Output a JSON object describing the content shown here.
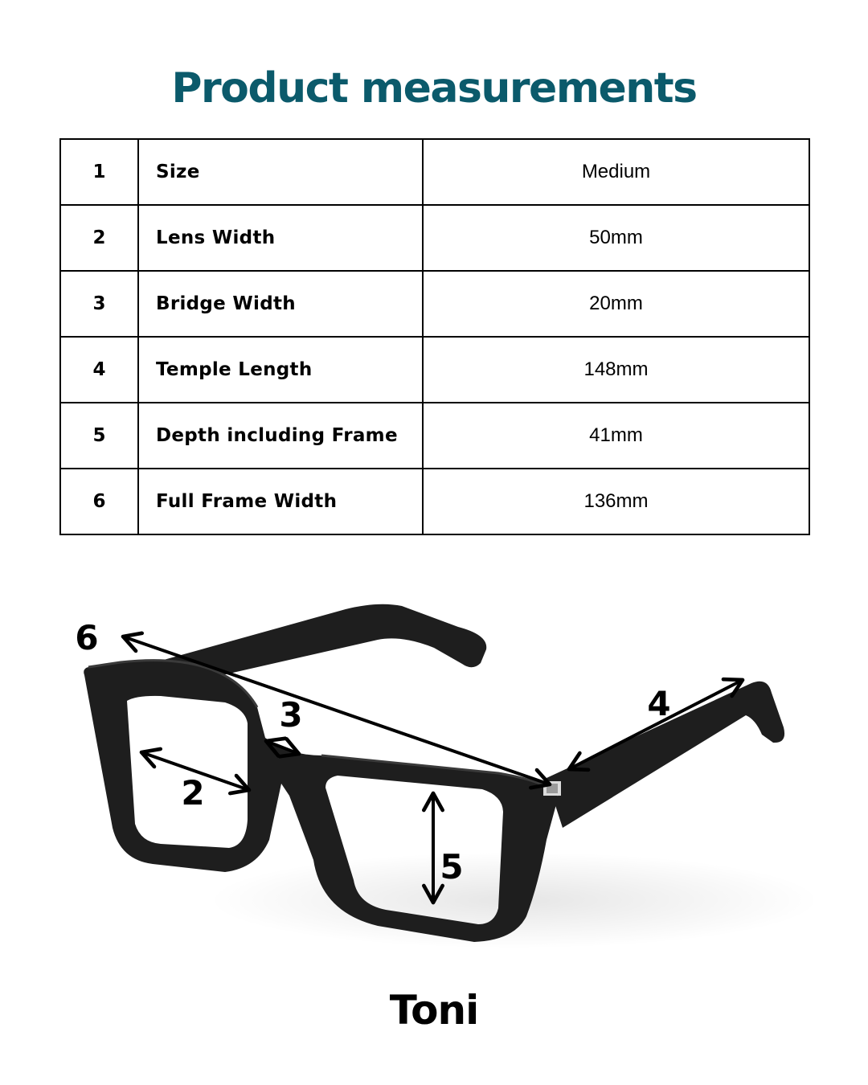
{
  "title": "Product measurements",
  "colors": {
    "title": "#0b5a6b",
    "frame": "#1e1e1e",
    "arrows": "#000000"
  },
  "measurements": [
    {
      "num": "1",
      "label": "Size",
      "value": "Medium"
    },
    {
      "num": "2",
      "label": "Lens Width",
      "value": "50mm"
    },
    {
      "num": "3",
      "label": "Bridge Width",
      "value": "20mm"
    },
    {
      "num": "4",
      "label": "Temple Length",
      "value": "148mm"
    },
    {
      "num": "5",
      "label": "Depth including Frame",
      "value": "41mm"
    },
    {
      "num": "6",
      "label": "Full Frame Width",
      "value": "136mm"
    }
  ],
  "diagram": {
    "markers": [
      "2",
      "3",
      "4",
      "5",
      "6"
    ]
  },
  "model_name": "Toni"
}
